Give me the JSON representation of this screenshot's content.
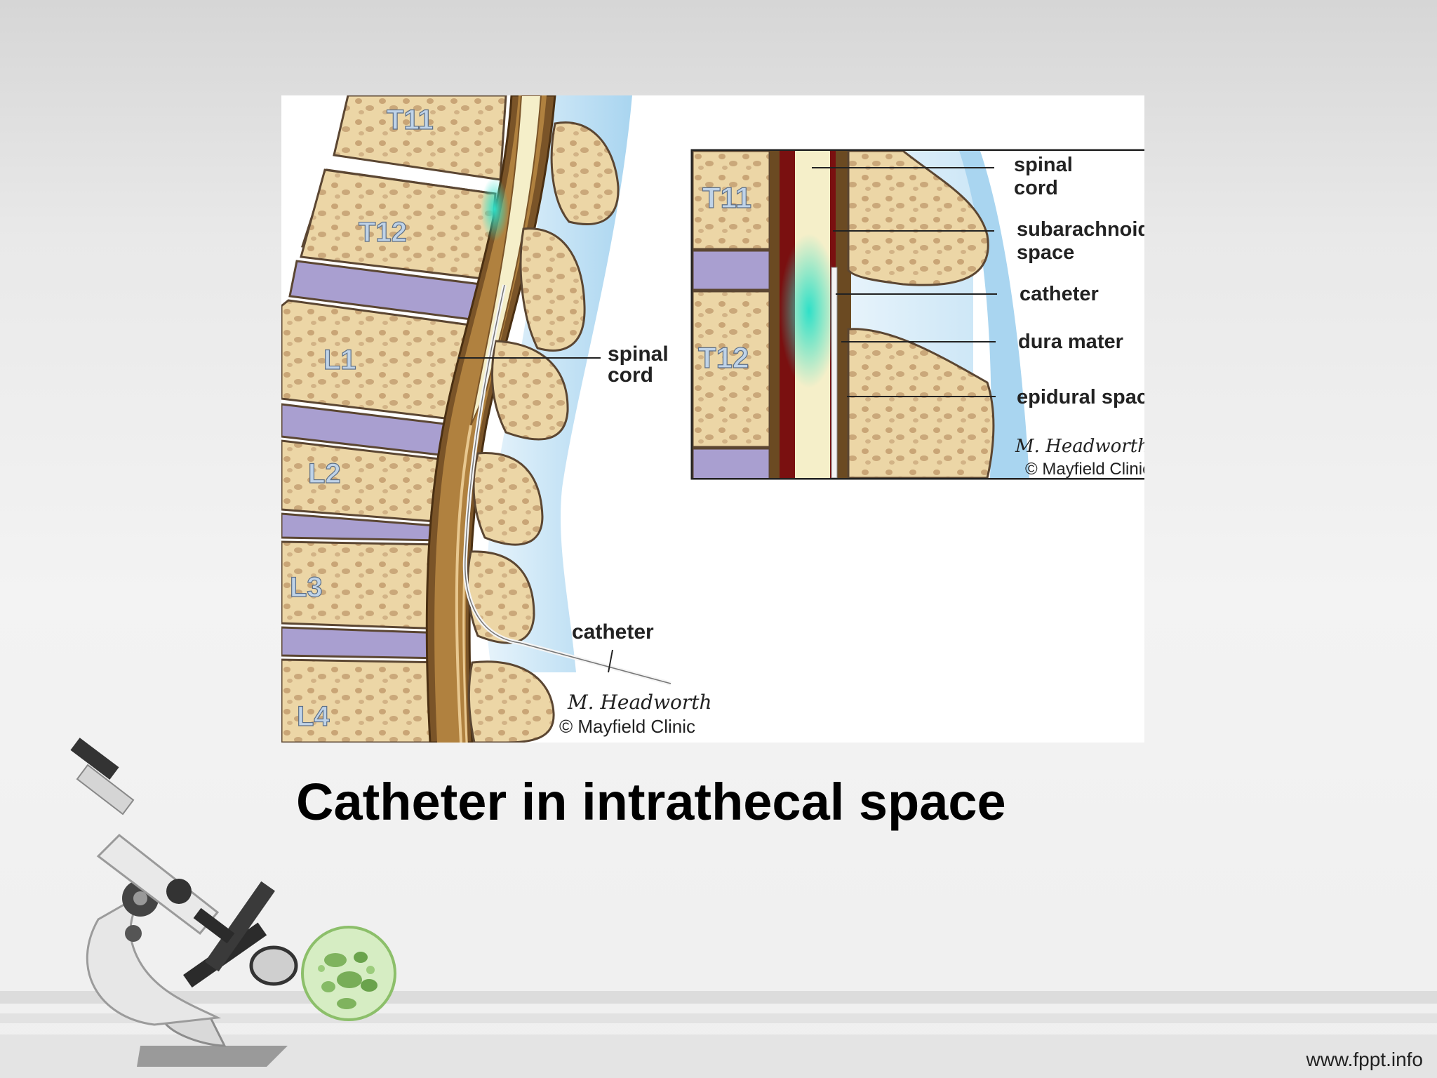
{
  "slide": {
    "caption": "Catheter in intrathecal space",
    "footer_url": "www.fppt.info"
  },
  "figure_main": {
    "vertebra_labels": [
      "T11",
      "T12",
      "L1",
      "L2",
      "L3",
      "L4"
    ],
    "spinal_cord_label": [
      "spinal",
      "cord"
    ],
    "catheter_label": "catheter",
    "signature": "M. Headworth",
    "copyright": "© Mayfield Clinic"
  },
  "figure_inset": {
    "vertebra_labels": [
      "T11",
      "T12"
    ],
    "callouts": [
      [
        "spinal",
        "cord"
      ],
      [
        "subarachnoid",
        "space"
      ],
      [
        "catheter"
      ],
      [
        "dura mater"
      ],
      [
        "epidural space"
      ]
    ],
    "signature": "M. Headworth",
    "copyright": "© Mayfield Clinic"
  },
  "colors": {
    "bone": "#ecd6a6",
    "bone_outline": "#5b4632",
    "disc": "#a99fd0",
    "dura": "#6b4a22",
    "dura_dark": "#7a1010",
    "csf": "#f5efc9",
    "drug": "#2fe0c8",
    "epidural": "#cfe8f6"
  },
  "icons": [
    "microscope-icon",
    "bacteria-dish-icon"
  ]
}
